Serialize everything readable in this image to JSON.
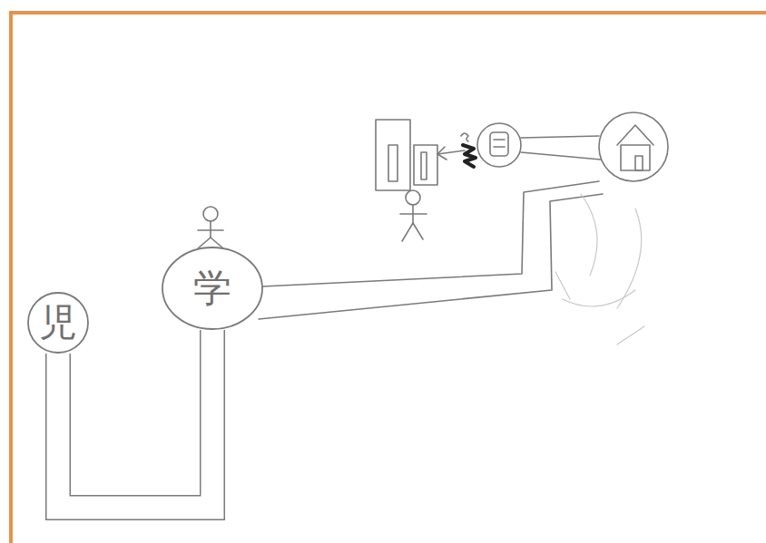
{
  "diagram": {
    "nodes": [
      {
        "text": [
          "児"
        ]
      },
      {
        "text": [
          "学"
        ]
      }
    ],
    "edges": [
      {
        "from": 0,
        "to": 1,
        "arrow": "none"
      }
    ]
  }
}
